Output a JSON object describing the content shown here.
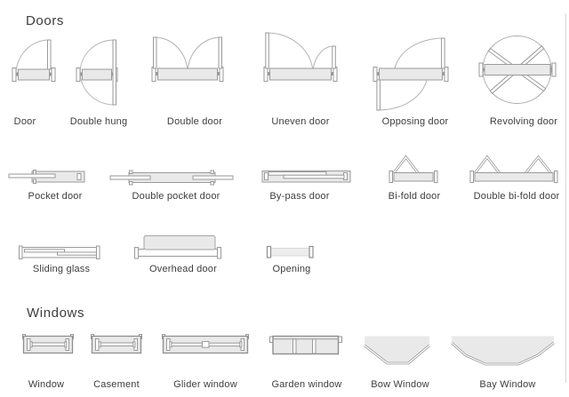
{
  "colors": {
    "background": "#ffffff",
    "wall_fill": "#e9e9e9",
    "wall_outline": "#9a9a9a",
    "swing_arc": "#b3b3b3",
    "label_text": "#3d3d3d"
  },
  "sections": {
    "doors": {
      "title": "Doors",
      "items": [
        {
          "label": "Door"
        },
        {
          "label": "Double hung"
        },
        {
          "label": "Double door"
        },
        {
          "label": "Uneven door"
        },
        {
          "label": "Opposing door"
        },
        {
          "label": "Revolving door"
        },
        {
          "label": "Pocket door"
        },
        {
          "label": "Double pocket door"
        },
        {
          "label": "By-pass door"
        },
        {
          "label": "Bi-fold door"
        },
        {
          "label": "Double bi-fold door"
        },
        {
          "label": "Sliding glass"
        },
        {
          "label": "Overhead door"
        },
        {
          "label": "Opening"
        }
      ]
    },
    "windows": {
      "title": "Windows",
      "items": [
        {
          "label": "Window"
        },
        {
          "label": "Casement"
        },
        {
          "label": "Glider window"
        },
        {
          "label": "Garden window"
        },
        {
          "label": "Bow Window"
        },
        {
          "label": "Bay Window"
        }
      ]
    }
  }
}
